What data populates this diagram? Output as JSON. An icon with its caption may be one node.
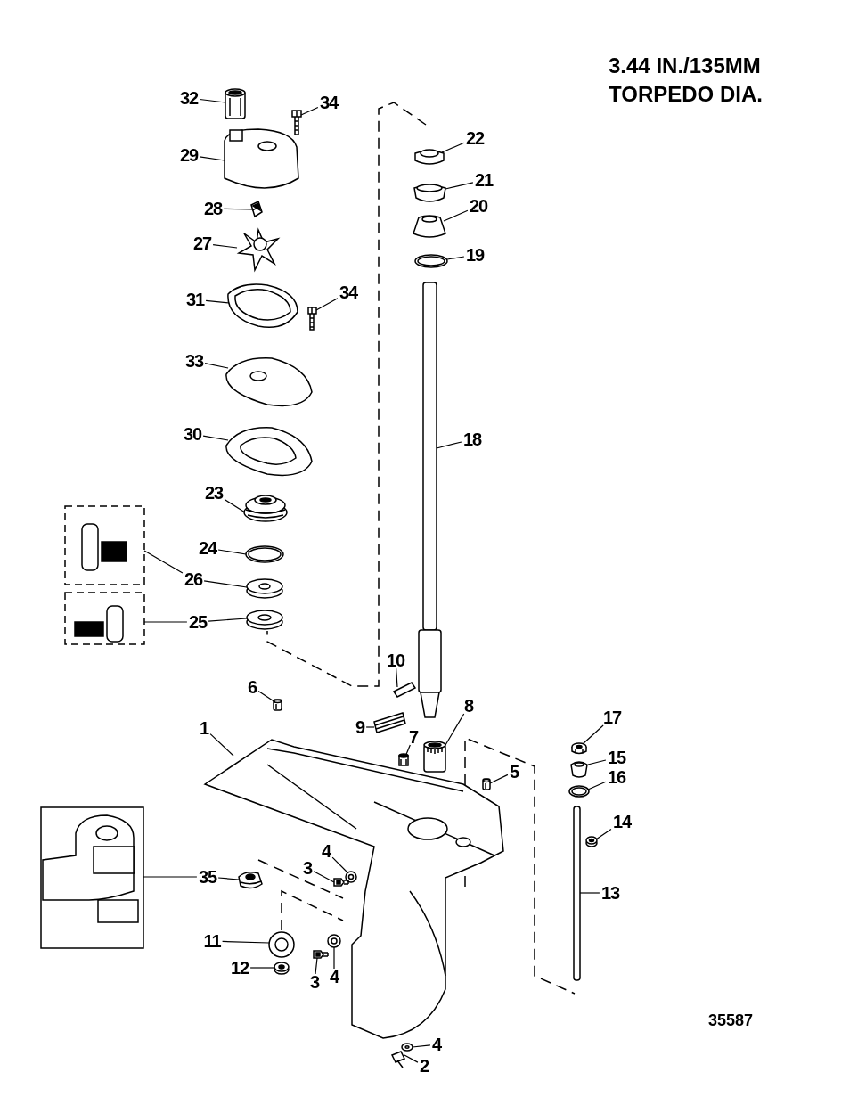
{
  "diagram": {
    "nodes": [
      {
        "text": [
          "32"
        ]
      },
      {
        "text": [
          "34"
        ]
      },
      {
        "text": [
          "22"
        ]
      },
      {
        "text": [
          "29"
        ]
      },
      {
        "text": [
          "21"
        ]
      },
      {
        "text": [
          "20"
        ]
      },
      {
        "text": [
          "28"
        ]
      },
      {
        "text": [
          "27"
        ]
      },
      {
        "text": [
          "19"
        ]
      },
      {
        "text": [
          "31"
        ]
      },
      {
        "text": [
          "34"
        ]
      },
      {
        "text": [
          "33"
        ]
      },
      {
        "text": [
          "30"
        ]
      },
      {
        "text": [
          "18"
        ]
      },
      {
        "text": [
          "23"
        ]
      },
      {
        "text": [
          "24"
        ]
      },
      {
        "text": [
          "26"
        ]
      },
      {
        "text": [
          "25"
        ]
      },
      {
        "text": [
          "10"
        ]
      },
      {
        "text": [
          "6"
        ]
      },
      {
        "text": [
          "8"
        ]
      },
      {
        "text": [
          "17"
        ]
      },
      {
        "text": [
          "1"
        ]
      },
      {
        "text": [
          "9"
        ]
      },
      {
        "text": [
          "7"
        ]
      },
      {
        "text": [
          "15"
        ]
      },
      {
        "text": [
          "5"
        ]
      },
      {
        "text": [
          "16"
        ]
      },
      {
        "text": [
          "14"
        ]
      },
      {
        "text": [
          "4"
        ]
      },
      {
        "text": [
          "3"
        ]
      },
      {
        "text": [
          "35"
        ]
      },
      {
        "text": [
          "13"
        ]
      },
      {
        "text": [
          "11"
        ]
      },
      {
        "text": [
          "12"
        ]
      },
      {
        "text": [
          "3"
        ]
      },
      {
        "text": [
          "4"
        ]
      },
      {
        "text": [
          "4"
        ]
      },
      {
        "text": [
          "2"
        ]
      },
      {
        "text": [],
        "shape": "picture"
      },
      {
        "text": [],
        "shape": "picture"
      },
      {
        "text": [],
        "shape": "picture"
      },
      {
        "text": [],
        "shape": "picture"
      },
      {
        "text": [],
        "shape": "picture"
      },
      {
        "text": [],
        "shape": "picture"
      },
      {
        "text": [],
        "shape": "picture"
      },
      {
        "text": [],
        "shape": "picture"
      },
      {
        "text": [],
        "shape": "picture"
      },
      {
        "text": [],
        "shape": "picture"
      },
      {
        "text": [],
        "shape": "picture"
      },
      {
        "text": [],
        "shape": "picture"
      },
      {
        "text": [],
        "shape": "picture"
      },
      {
        "text": [],
        "shape": "picture"
      },
      {
        "text": [],
        "shape": "picture"
      },
      {
        "text": [],
        "shape": "picture"
      },
      {
        "text": [],
        "shape": "picture"
      },
      {
        "text": [],
        "shape": "picture"
      },
      {
        "text": [],
        "shape": "picture"
      },
      {
        "text": [],
        "shape": "picture"
      },
      {
        "text": [],
        "shape": "picture"
      },
      {
        "text": [],
        "shape": "picture"
      },
      {
        "text": [],
        "shape": "picture"
      },
      {
        "text": [],
        "shape": "picture"
      },
      {
        "text": [],
        "shape": "picture"
      },
      {
        "text": [],
        "shape": "picture"
      },
      {
        "text": [],
        "shape": "picture"
      },
      {
        "text": [],
        "shape": "picture"
      },
      {
        "text": [],
        "shape": "picture"
      },
      {
        "text": [],
        "shape": "picture"
      },
      {
        "text": [],
        "shape": "picture"
      },
      {
        "text": [],
        "shape": "picture"
      },
      {
        "text": [],
        "shape": "picture"
      },
      {
        "text": [],
        "shape": "picture"
      },
      {
        "text": [],
        "shape": "picture"
      },
      {
        "text": [],
        "shape": "picture"
      },
      {
        "text": [],
        "shape": "picture"
      },
      {
        "text": [],
        "shape": "picture"
      },
      {
        "text": [],
        "shape": "picture"
      },
      {
        "text": [],
        "shape": "picture"
      },
      {
        "text": [],
        "shape": "picture"
      },
      {
        "text": [],
        "shape": "picture"
      }
    ],
    "edges": [
      {
        "from": 0,
        "to": 39,
        "arrow": "none"
      },
      {
        "from": 1,
        "to": 40,
        "arrow": "none"
      },
      {
        "from": 2,
        "to": 41,
        "arrow": "none"
      },
      {
        "from": 3,
        "to": 42,
        "arrow": "none"
      },
      {
        "from": 4,
        "to": 43,
        "arrow": "none"
      },
      {
        "from": 5,
        "to": 44,
        "arrow": "none"
      },
      {
        "from": 6,
        "to": 45,
        "arrow": "none"
      },
      {
        "from": 7,
        "to": 46,
        "arrow": "none"
      },
      {
        "from": 8,
        "to": 47,
        "arrow": "none"
      },
      {
        "from": 9,
        "to": 48,
        "arrow": "none"
      },
      {
        "from": 10,
        "to": 49,
        "arrow": "none"
      },
      {
        "from": 11,
        "to": 50,
        "arrow": "none"
      },
      {
        "from": 12,
        "to": 51,
        "arrow": "none"
      },
      {
        "from": 13,
        "to": 52,
        "arrow": "none"
      },
      {
        "from": 14,
        "to": 53,
        "arrow": "none"
      },
      {
        "from": 15,
        "to": 54,
        "arrow": "none"
      },
      {
        "from": 16,
        "to": 78,
        "arrow": "none"
      },
      {
        "from": 16,
        "to": 55,
        "arrow": "none"
      },
      {
        "from": 17,
        "to": 79,
        "arrow": "none"
      },
      {
        "from": 17,
        "to": 56,
        "arrow": "none"
      },
      {
        "from": 18,
        "to": 57,
        "arrow": "none"
      },
      {
        "from": 19,
        "to": 58,
        "arrow": "none"
      },
      {
        "from": 20,
        "to": 59,
        "arrow": "none"
      },
      {
        "from": 21,
        "to": 60,
        "arrow": "none"
      },
      {
        "from": 22,
        "to": 61,
        "arrow": "none"
      },
      {
        "from": 23,
        "to": 62,
        "arrow": "none"
      },
      {
        "from": 24,
        "to": 63,
        "arrow": "none"
      },
      {
        "from": 25,
        "to": 64,
        "arrow": "none"
      },
      {
        "from": 26,
        "to": 65,
        "arrow": "none"
      },
      {
        "from": 27,
        "to": 66,
        "arrow": "none"
      },
      {
        "from": 28,
        "to": 67,
        "arrow": "none"
      },
      {
        "from": 29,
        "to": 68,
        "arrow": "none"
      },
      {
        "from": 30,
        "to": 69,
        "arrow": "none"
      },
      {
        "from": 31,
        "to": 80,
        "arrow": "none"
      },
      {
        "from": 31,
        "to": 70,
        "arrow": "none"
      },
      {
        "from": 32,
        "to": 71,
        "arrow": "none"
      },
      {
        "from": 33,
        "to": 72,
        "arrow": "none"
      },
      {
        "from": 34,
        "to": 73,
        "arrow": "none"
      },
      {
        "from": 35,
        "to": 74,
        "arrow": "none"
      },
      {
        "from": 36,
        "to": 75,
        "arrow": "none"
      },
      {
        "from": 37,
        "to": 76,
        "arrow": "none"
      },
      {
        "from": 38,
        "to": 77,
        "arrow": "none"
      }
    ],
    "labels": [
      "3.44 IN./135MM TORPEDO DIA.",
      "35587"
    ]
  }
}
